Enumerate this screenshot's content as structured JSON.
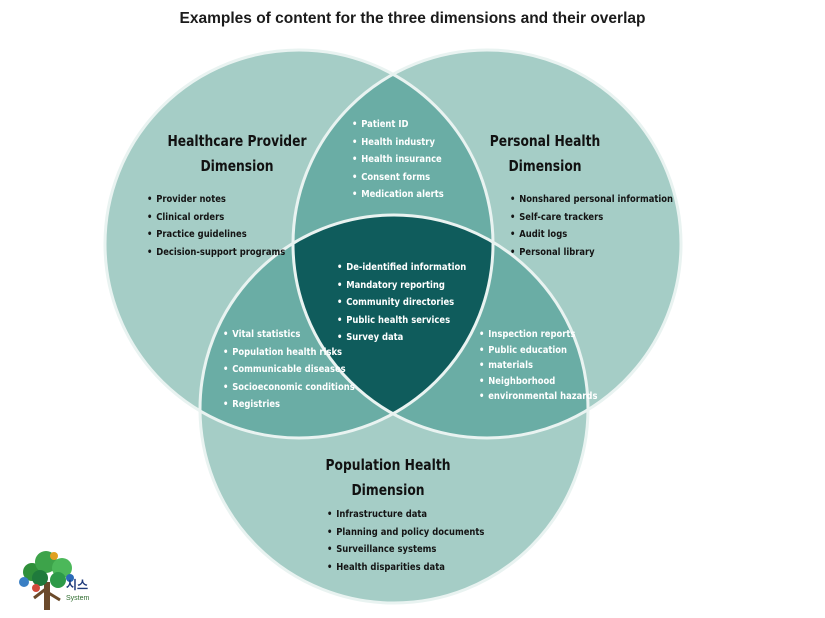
{
  "title": "Examples of content for the three dimensions and their overlap",
  "colors": {
    "circle_fill": "#a5cdc6",
    "circle_stroke": "#e9f3f1",
    "pair_overlap": "#6aada5",
    "center_overlap": "#0f5c5c",
    "dark_text": "#141414",
    "light_text": "#ffffff"
  },
  "dimensions": {
    "healthcare_provider": {
      "title_lines": [
        "Healthcare Provider",
        "Dimension"
      ],
      "items": [
        "Provider notes",
        "Clinical orders",
        "Practice guidelines",
        "Decision-support programs"
      ]
    },
    "personal_health": {
      "title_lines": [
        "Personal Health",
        "Dimension"
      ],
      "items": [
        "Nonshared personal information",
        "Self-care trackers",
        "Audit logs",
        "Personal library"
      ]
    },
    "population_health": {
      "title_lines": [
        "Population Health",
        "Dimension"
      ],
      "items": [
        "Infrastructure data",
        "Planning and policy documents",
        "Surveillance systems",
        "Health disparities data"
      ]
    }
  },
  "overlaps": {
    "provider_personal": [
      "Patient ID",
      "Health industry",
      "Health insurance",
      "Consent forms",
      "Medication alerts"
    ],
    "provider_population": [
      "Vital statistics",
      "Population health risks",
      "Communicable diseases",
      "Socioeconomic conditions",
      "Registries"
    ],
    "personal_population": [
      "Inspection reports",
      "Public education",
      "materials",
      "Neighborhood",
      "environmental hazards"
    ],
    "all_three": [
      "De-identified information",
      "Mandatory reporting",
      "Community directories",
      "Public health services",
      "Survey data"
    ]
  },
  "logo": {
    "icon": "tree-logo-icon",
    "text": "시스",
    "subtext": "System"
  }
}
